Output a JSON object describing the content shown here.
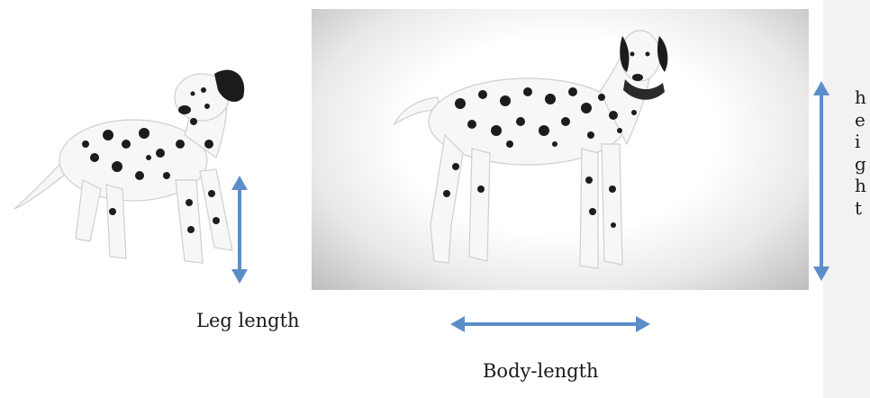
{
  "labels": {
    "leg_length": "Leg length",
    "body_length": "Body-length",
    "height_letters": [
      "h",
      "e",
      "i",
      "g",
      "h",
      "t"
    ]
  },
  "colors": {
    "arrow": "#5b8ec9",
    "spot": "#1c1c1c",
    "fur": "#f7f7f5"
  },
  "icons": [
    "puppy-dalmatian-illustration",
    "adult-dalmatian-illustration",
    "double-headed-arrow"
  ]
}
